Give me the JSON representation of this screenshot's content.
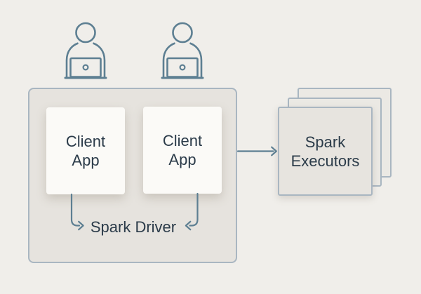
{
  "diagram": {
    "type": "architecture-diagram",
    "users": [
      {
        "icon": "user-at-laptop-icon"
      },
      {
        "icon": "user-at-laptop-icon"
      }
    ],
    "spark_driver": {
      "label": "Spark Driver",
      "client_apps": [
        {
          "label": "Client App"
        },
        {
          "label": "Client App"
        }
      ]
    },
    "spark_executors": {
      "label": "Spark Executors",
      "stack_count": 3
    },
    "arrows": [
      {
        "name": "client-app-1-to-spark-driver",
        "direction": "down-then-right"
      },
      {
        "name": "client-app-2-to-spark-driver",
        "direction": "down-then-left"
      },
      {
        "name": "spark-driver-to-spark-executors",
        "direction": "right"
      }
    ],
    "colors": {
      "background": "#f0eeea",
      "driver_container_fill": "#e6e3de",
      "container_border": "#a9b6c1",
      "client_card_fill": "#fbfaf7",
      "executor_front_fill": "#e7e4df",
      "executor_back_fill": "#ebe9e4",
      "line_stroke": "#5d7f92",
      "text": "#2b3b49"
    }
  }
}
